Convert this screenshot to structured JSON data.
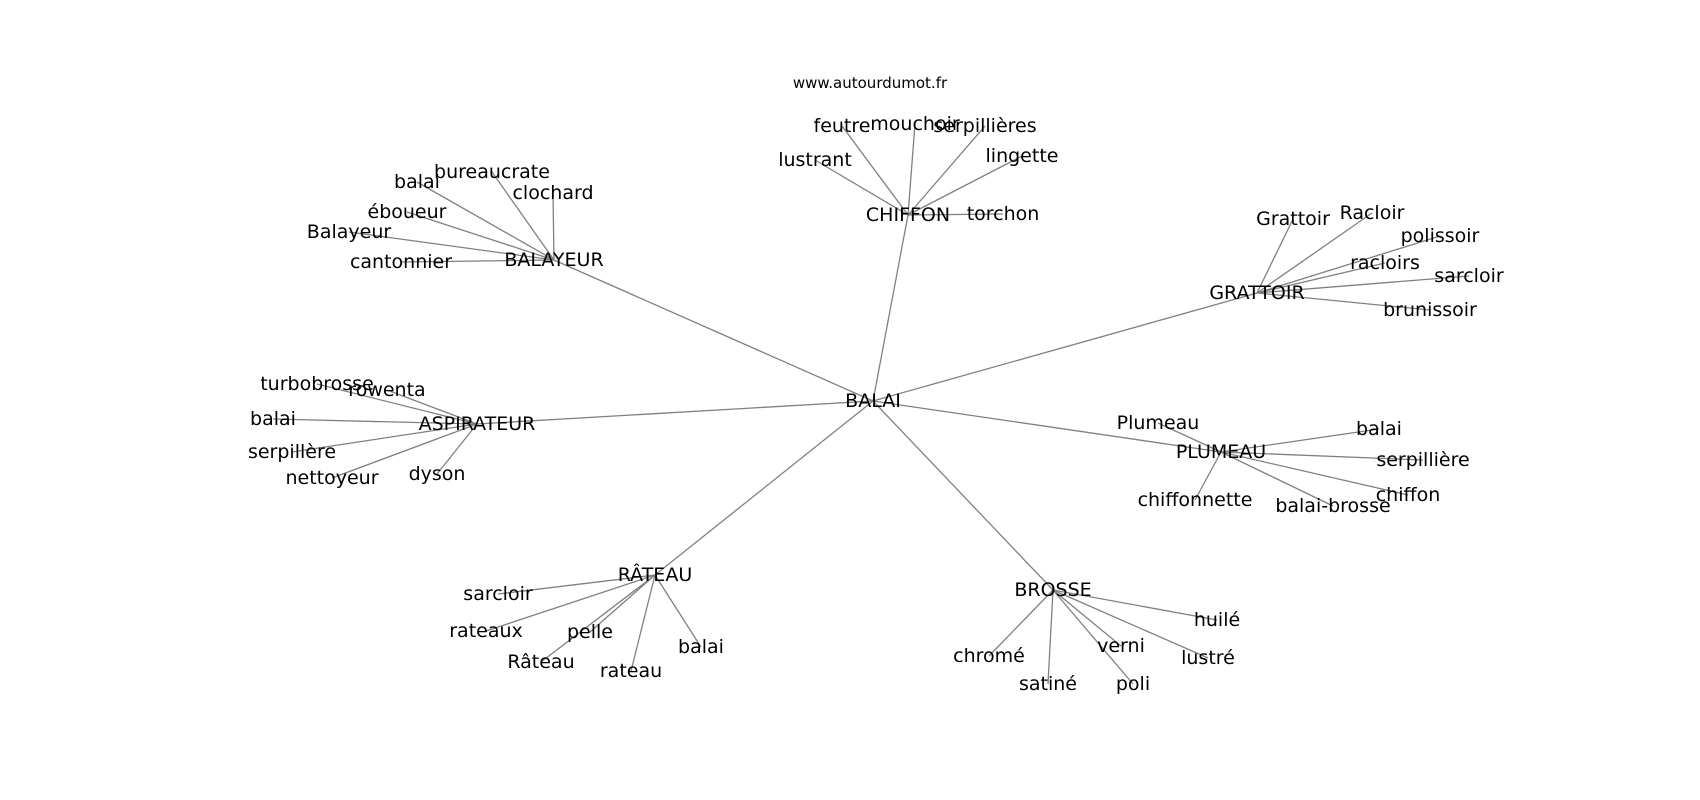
{
  "credit": "www.autourdumot.fr",
  "colors": {
    "edge": "#808080",
    "text": "#000000",
    "background": "#ffffff"
  },
  "graph": {
    "root": "BALAI",
    "groups": [
      {
        "hub": "CHIFFON",
        "leaves": [
          "feutre",
          "mouchoir",
          "serpillières",
          "lustrant",
          "lingette",
          "torchon"
        ]
      },
      {
        "hub": "BALAYEUR",
        "leaves": [
          "balai",
          "bureaucrate",
          "clochard",
          "éboueur",
          "Balayeur",
          "cantonnier"
        ]
      },
      {
        "hub": "GRATTOIR",
        "leaves": [
          "Grattoir",
          "Racloir",
          "polissoir",
          "racloirs",
          "sarcloir",
          "brunissoir"
        ]
      },
      {
        "hub": "ASPIRATEUR",
        "leaves": [
          "turbobrosse",
          "rowenta",
          "balai",
          "serpillère",
          "nettoyeur",
          "dyson"
        ]
      },
      {
        "hub": "PLUMEAU",
        "leaves": [
          "Plumeau",
          "balai",
          "serpillière",
          "chiffon",
          "balai-brosse",
          "chiffonnette"
        ]
      },
      {
        "hub": "RÂTEAU",
        "leaves": [
          "sarcloir",
          "rateaux",
          "pelle",
          "Râteau",
          "rateau",
          "balai"
        ]
      },
      {
        "hub": "BROSSE",
        "leaves": [
          "huilé",
          "lustré",
          "verni",
          "poli",
          "satiné",
          "chromé"
        ]
      }
    ]
  }
}
